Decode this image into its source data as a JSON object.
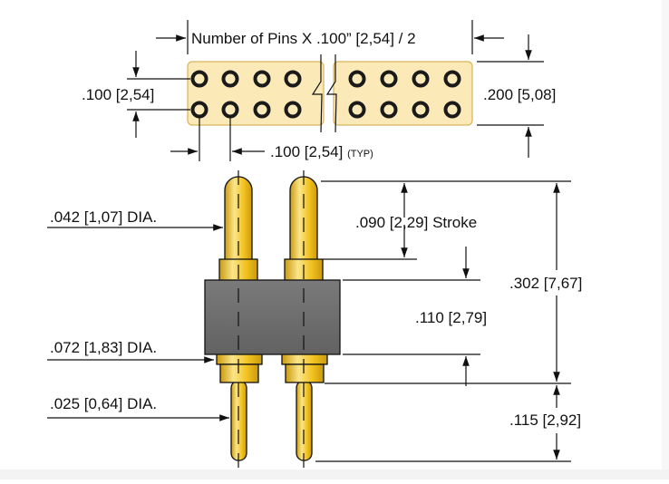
{
  "top_view": {
    "width_label": "Number of Pins X .100” [2,54] / 2",
    "row_pitch_label": ".100 [2,54]",
    "body_height_label": ".200 [5,08]",
    "pin_pitch_label": ".100 [2,54]",
    "pin_pitch_suffix": "(TYP)"
  },
  "side_view": {
    "plunger_dia_label": ".042 [1,07] DIA.",
    "collar_dia_label": ".072 [1,83] DIA.",
    "tail_dia_label": ".025 [0,64] DIA.",
    "stroke_label": ".090 [2,29] Stroke",
    "overall_height_label": ".302 [7,67]",
    "insulator_height_label": ".110 [2,79]",
    "tail_length_label": ".115 [2,92]"
  },
  "colors": {
    "gold": "#f2c21f",
    "gold_shadow": "#c99a0e",
    "gold_highlight": "#fbe58a",
    "insulator": "#6f6f6f",
    "header_body": "#fbe9b8",
    "hole": "#1a1a1a",
    "line": "#111111"
  }
}
